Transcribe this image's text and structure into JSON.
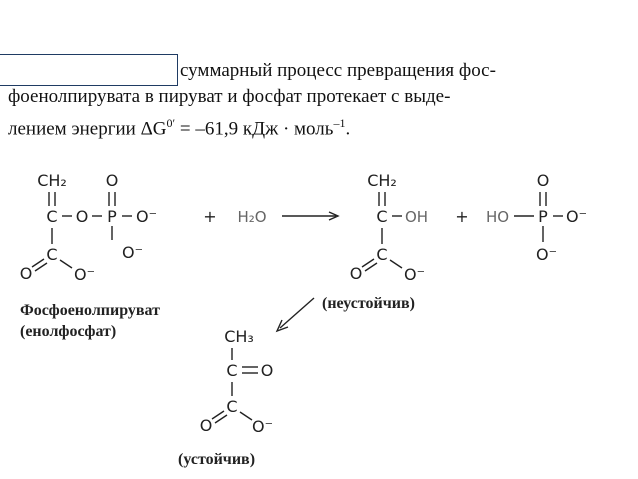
{
  "text": {
    "line1": "суммарный процесс превращения фос-",
    "line2": "фоенолпирувата в пируват и фосфат протекает с выде-",
    "line3_prefix": "лением энергии ΔG",
    "line3_sup": "0′",
    "line3_mid": " = –61,9 кДж · моль",
    "line3_exp": "–1",
    "line3_end": "."
  },
  "scheme": {
    "pep": {
      "ch2": "CH₂",
      "c": "C",
      "o_bridge": "O",
      "p": "P",
      "o_top": "O",
      "o_minus_right": "O⁻",
      "o_minus_bottom": "O⁻",
      "c_carboxyl": "C",
      "o_carboxyl_left": "O",
      "o_carboxyl_right": "O⁻"
    },
    "plus1": "+",
    "water": "H₂O",
    "enol": {
      "ch2": "CH₂",
      "c": "C",
      "oh": "OH",
      "c_carboxyl": "C",
      "o_carboxyl_left": "O",
      "o_carboxyl_right": "O⁻"
    },
    "plus2": "+",
    "phosphate": {
      "ho": "HO",
      "p": "P",
      "o_top": "O",
      "o_minus_right": "O⁻",
      "o_minus_bottom": "O⁻"
    },
    "pyruvate": {
      "ch3": "CH₃",
      "c": "C",
      "o_double": "O",
      "c_carboxyl": "C",
      "o_carboxyl_left": "O",
      "o_carboxyl_right": "O⁻"
    },
    "captions": {
      "pep_name": "Фосфоенолпируват",
      "pep_alt": "(енолфосфат)",
      "unstable": "(неустойчив)",
      "stable": "(устойчив)"
    }
  }
}
